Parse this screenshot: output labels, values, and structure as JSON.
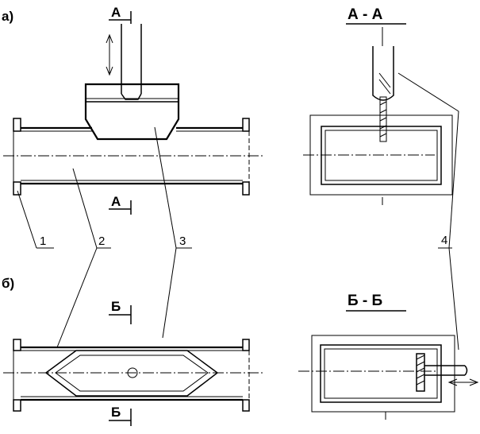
{
  "diagram": {
    "panel_a_label": "а)",
    "panel_b_label": "б)",
    "cut_a_letter": "А",
    "cut_b_letter": "Б",
    "section_a_title": "А - А",
    "section_b_title": "Б - Б",
    "callouts": {
      "part_1": "1",
      "part_2": "2",
      "part_3": "3",
      "part_4": "4"
    }
  }
}
